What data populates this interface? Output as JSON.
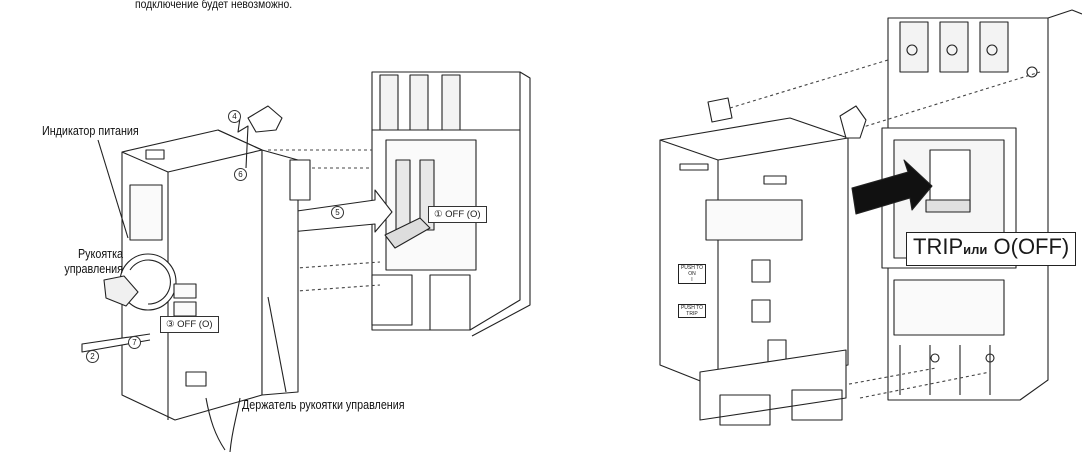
{
  "top_note": "подключение будет невозможно.",
  "left": {
    "label_power_indicator": "Индикатор питания",
    "label_handle_line1": "Рукоятка",
    "label_handle_line2": "управления",
    "label_holder": "Держатель рукоятки управления",
    "box_off_1": "① OFF (O)",
    "box_off_3": "③ OFF (O)",
    "step_2": "2",
    "step_4": "4",
    "step_5": "5",
    "step_6": "6",
    "step_7": "7"
  },
  "right": {
    "note_trip": "TRIP",
    "note_or": "или",
    "note_off": "O(OFF)",
    "push_on_1": "PUSH TO",
    "push_on_2": "ON",
    "push_on_3": "I",
    "push_trip_1": "PUSH TO",
    "push_trip_2": "TRIP"
  }
}
